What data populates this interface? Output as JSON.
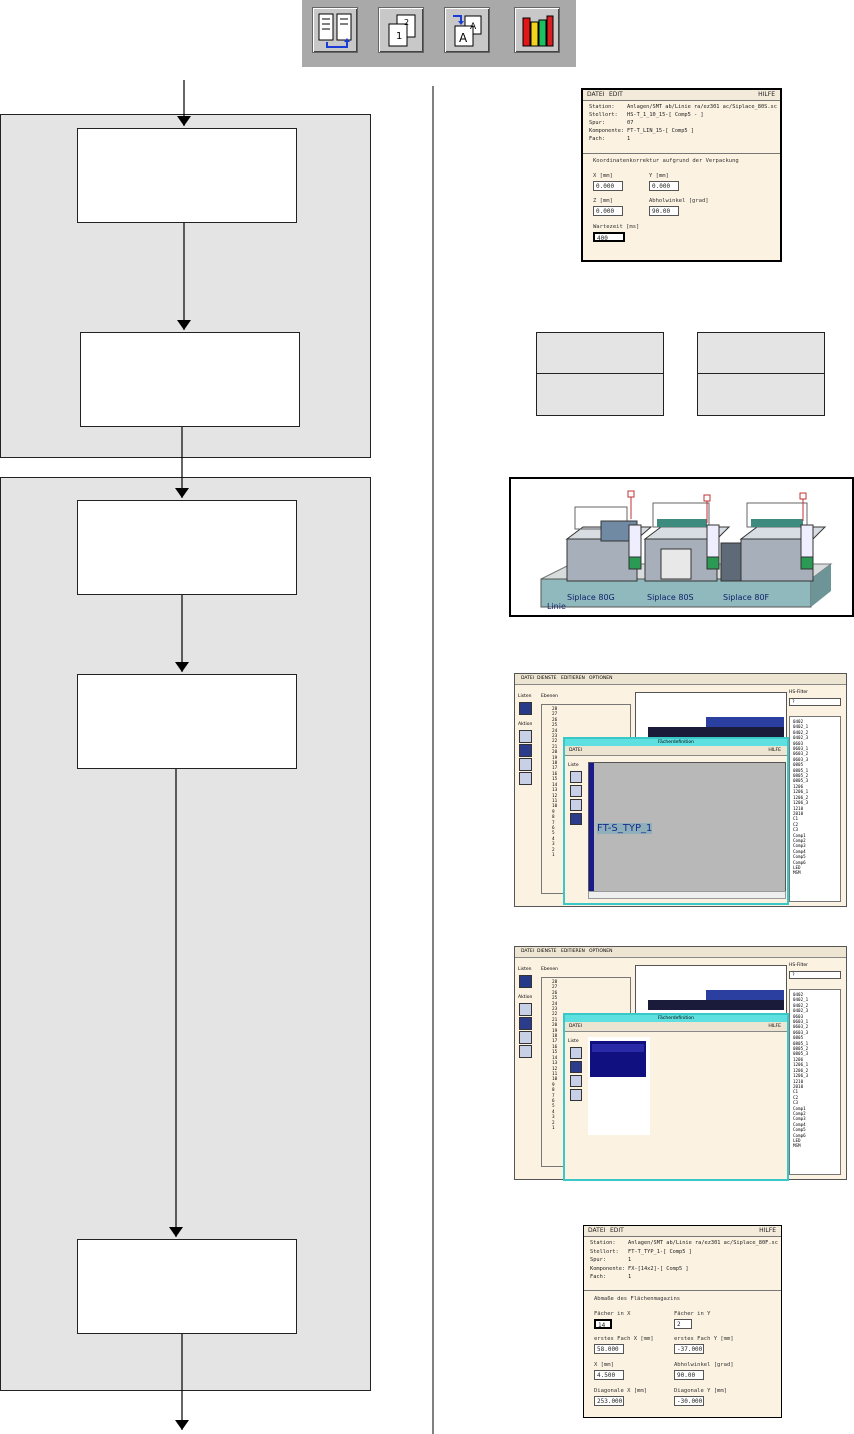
{
  "toolbar": {
    "icons": [
      "layout-list-icon",
      "pages-icon",
      "swap-a-icon",
      "books-icon"
    ]
  },
  "dialog_top": {
    "menu": [
      "DATEI",
      "EDIT"
    ],
    "help": "HILFE",
    "info_labels": [
      "Station:",
      "Stellort:",
      "Spur:",
      "Komponente:",
      "Fach:"
    ],
    "info_values": [
      "Anlagen/SMT ab/Linie ra/ez301 ac/Siplace_80S.sc",
      "HS-T_1_10_15-[ Comp5 - ]",
      "07",
      "FT-T_LIN_15-[ Comp5 ]",
      "1"
    ],
    "section": "Koordinatenkorrektur aufgrund der Verpackung",
    "fields": [
      {
        "label": "X [mm]",
        "value": "0.000"
      },
      {
        "label": "Y [mm]",
        "value": "0.000"
      },
      {
        "label": "Z [mm]",
        "value": "0.000"
      },
      {
        "label": "Abholwinkel [grad]",
        "value": "90.00"
      },
      {
        "label": "Wartezeit [ms]",
        "value": "400"
      }
    ]
  },
  "line_image": {
    "machines": [
      "Siplace 80G",
      "Siplace 80S",
      "Siplace 80F"
    ],
    "line_label": "Linie"
  },
  "window1": {
    "menu": [
      "DATEI",
      "DIENSTE",
      "EDITIEREN",
      "OPTIONEN"
    ],
    "left_labels": [
      "Listen",
      "Aktion"
    ],
    "ebenen": "Ebenen",
    "levels": [
      "28",
      "27",
      "26",
      "25",
      "24",
      "23",
      "22",
      "21",
      "20",
      "19",
      "18",
      "17",
      "16",
      "15",
      "14",
      "13",
      "12",
      "11",
      "10",
      "9",
      "8",
      "7",
      "6",
      "5",
      "4",
      "3",
      "2",
      "1"
    ],
    "filter_label": "HS-Filter",
    "filter_value": "?",
    "list": [
      "0402",
      "0402_1",
      "0402_2",
      "0402_3",
      "0603",
      "0603_1",
      "0603_2",
      "0603_3",
      "0805",
      "0805_1",
      "0805_2",
      "0805_3",
      "1206",
      "1206_1",
      "1206_2",
      "1206_3",
      "1210",
      "2010",
      "C1",
      "C2",
      "C3",
      "Comp1",
      "Comp2",
      "Comp3",
      "Comp4",
      "Comp5",
      "Comp6",
      "LED",
      "MSM"
    ],
    "popup_title": "Fächerdefinition",
    "popup_menu": "DATEI",
    "popup_help": "HILFE",
    "popup_label": "Liste",
    "popup_text": "FT-S_TYP_1"
  },
  "window2": {
    "menu": [
      "DATEI",
      "DIENSTE",
      "EDITIEREN",
      "OPTIONEN"
    ],
    "left_labels": [
      "Listen",
      "Aktion"
    ],
    "ebenen": "Ebenen",
    "filter_label": "HS-Filter",
    "filter_value": "?",
    "popup_title": "Fächerdefinition",
    "popup_menu": "DATEI",
    "popup_help": "HILFE",
    "popup_label": "Liste"
  },
  "dialog_bottom": {
    "menu": [
      "DATEI",
      "EDIT"
    ],
    "help": "HILFE",
    "info_labels": [
      "Station:",
      "Stellort:",
      "Spur:",
      "Komponente:",
      "Fach:"
    ],
    "info_values": [
      "Anlagen/SMT ab/Linie ra/ez301 ac/Siplace_80F.sc",
      "FT-T_TYP_1-[ Comp5 ]",
      "1",
      "FX-[14x2]-[ Comp5 ]",
      "1"
    ],
    "section": "Abmaße des Flächenmagazins",
    "fields": [
      {
        "label": "Fächer in X",
        "value": "14"
      },
      {
        "label": "Fächer in Y",
        "value": "2"
      },
      {
        "label": "erstes Fach X [mm]",
        "value": "58.000"
      },
      {
        "label": "erstes Fach Y [mm]",
        "value": "-37.000"
      },
      {
        "label": "X [mm]",
        "value": "4.500"
      },
      {
        "label": "Abholwinkel [grad]",
        "value": "90.00"
      },
      {
        "label": "Diagonale X [mm]",
        "value": "253.000"
      },
      {
        "label": "Diagonale Y [mm]",
        "value": "-30.000"
      }
    ]
  }
}
